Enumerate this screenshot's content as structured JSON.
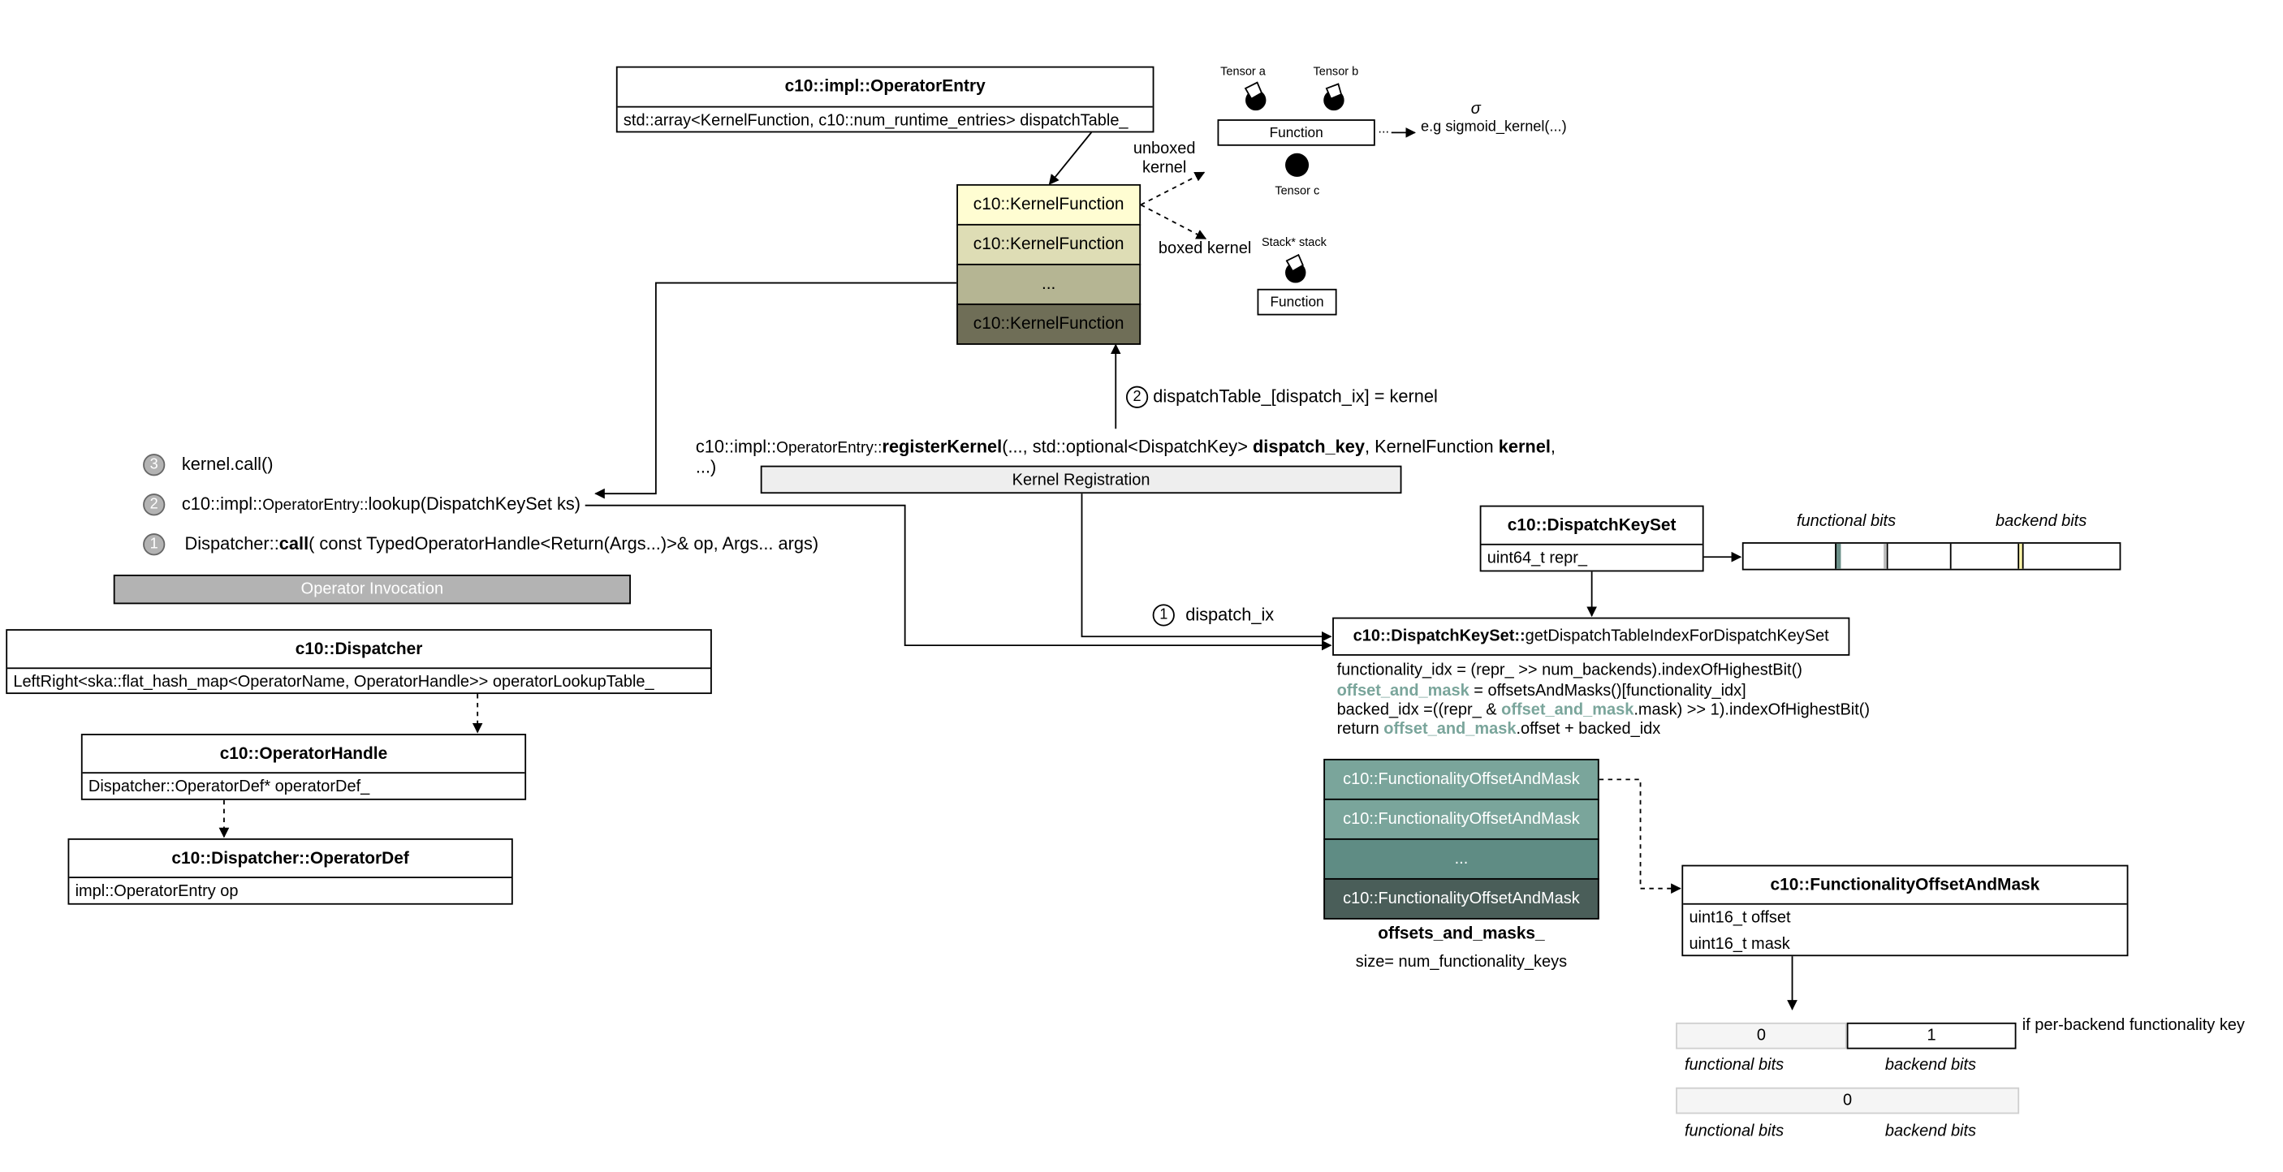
{
  "operator_entry": {
    "title": "c10::impl::OperatorEntry",
    "field": "std::array<KernelFunction, c10::num_runtime_entries> dispatchTable_"
  },
  "kernel_table": [
    {
      "label": "c10::KernelFunction",
      "color": "#fffdd2"
    },
    {
      "label": "c10::KernelFunction",
      "color": "#deddb5"
    },
    {
      "label": "...",
      "color": "#b5b593"
    },
    {
      "label": "c10::KernelFunction",
      "color": "#6f6e57"
    }
  ],
  "kernel_labels": {
    "unboxed": "unboxed kernel",
    "boxed": "boxed kernel"
  },
  "unboxed_example": {
    "tensor_a": "Tensor  a",
    "tensor_b": "Tensor b",
    "tensor_c": "Tensor c",
    "function": "Function",
    "dots": "...",
    "sigma": "σ",
    "example": "e.g sigmoid_kernel(...)"
  },
  "boxed_example": {
    "stack": "Stack* stack",
    "function": "Function"
  },
  "step2_register": {
    "num": "2",
    "text": "dispatchTable_[dispatch_ix] = kernel"
  },
  "register_signature": {
    "p1": "c10::impl::",
    "p2": "OperatorEntry::",
    "p3": "registerKernel",
    "p4": "(..., std::optional<DispatchKey> ",
    "p5": "dispatch_key",
    "p6": ", KernelFunction ",
    "p7": "kernel",
    "p8": ",",
    "p9": "...)"
  },
  "kernel_registration": "Kernel Registration",
  "invocation_steps": [
    {
      "num": "3",
      "text": "kernel.call()"
    },
    {
      "num": "2",
      "pre": "c10::impl::",
      "small": "OperatorEntry::",
      "post": "lookup(DispatchKeySet ks)"
    },
    {
      "num": "1",
      "pre": "Dispatcher::",
      "bold": "call",
      "post": "( const TypedOperatorHandle<Return(Args...)>& op, Args... args)"
    }
  ],
  "operator_invocation": "Operator Invocation",
  "dispatcher": {
    "title": "c10::Dispatcher",
    "field": "LeftRight<ska::flat_hash_map<OperatorName, OperatorHandle>> operatorLookupTable_"
  },
  "operator_handle": {
    "title": "c10::OperatorHandle",
    "field": "Dispatcher::OperatorDef* operatorDef_"
  },
  "operator_def": {
    "title": "c10::Dispatcher::OperatorDef",
    "field": "impl::OperatorEntry op"
  },
  "dispatch_keyset": {
    "title": "c10::DispatchKeySet",
    "field": "uint64_t repr_"
  },
  "bits_labels": {
    "functional": "functional bits",
    "backend": "backend bits"
  },
  "step1_dispatch": {
    "num": "1",
    "text": "dispatch_ix"
  },
  "get_index": {
    "bold": "c10::DispatchKeySet::",
    "rest": "getDispatchTableIndexForDispatchKeySet"
  },
  "code_lines": {
    "l1": "functionality_idx = (repr_ >> num_backends).indexOfHighestBit()",
    "l2_green": "offset_and_mask",
    "l2_rest": " = offsetsAndMasks()[functionality_idx]",
    "l3_a": "backed_idx =((repr_ & ",
    "l3_green": "offset_and_mask",
    "l3_b": ".mask) >> 1).indexOfHighestBit()",
    "l4_a": "return ",
    "l4_green": "offset_and_mask",
    "l4_b": ".offset + backed_idx"
  },
  "offsets_table": [
    {
      "label": "c10::FunctionalityOffsetAndMask",
      "color": "#7aa59b"
    },
    {
      "label": "c10::FunctionalityOffsetAndMask",
      "color": "#7aa59b"
    },
    {
      "label": "...",
      "color": "#5f8c84"
    },
    {
      "label": "c10::FunctionalityOffsetAndMask",
      "color": "#4a5e59"
    }
  ],
  "offsets_caption": {
    "name": "offsets_and_masks_",
    "size": "size= num_functionality_keys"
  },
  "functionality_struct": {
    "title": "c10::FunctionalityOffsetAndMask",
    "f1": "uint16_t offset",
    "f2": "uint16_t mask"
  },
  "mask_examples": {
    "row1_left": "0",
    "row1_right": "1",
    "row1_note": "if per-backend functionality key",
    "row2": "0"
  }
}
